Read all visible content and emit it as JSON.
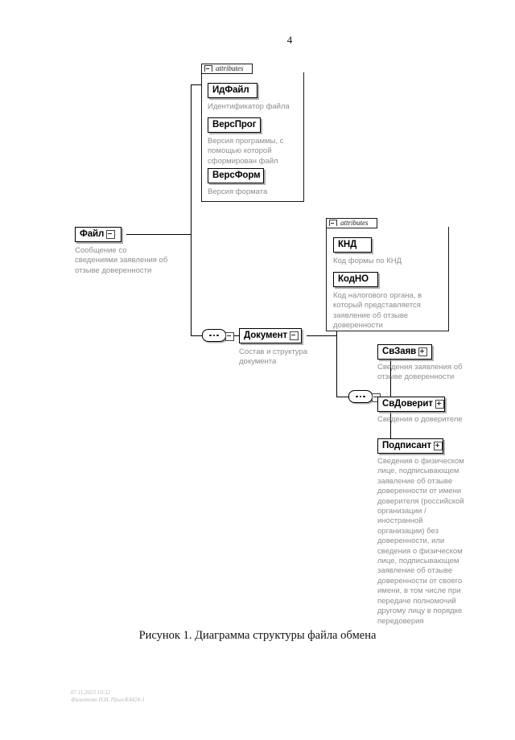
{
  "document": {
    "page_number": "4",
    "caption": "Рисунок 1. Диаграмма структуры файла обмена",
    "footer_stamp": "07.11.2023 10:32\nФилиппова Н.И. Прил-К4424-1"
  },
  "diagram": {
    "type": "xml-schema-tree",
    "attributes_tab_label": "attributes",
    "nodes": {
      "fail": {
        "label": "Файл",
        "description": "Сообщение со\nсведениями заявления об\nотзыве доверенности",
        "expander": "minus"
      },
      "dokument": {
        "label": "Документ",
        "description": "Состав и структура\nдокумента",
        "expander": "minus"
      },
      "id_fail": {
        "label": "ИдФайл",
        "description": "Идентификатор файла"
      },
      "vers_prog": {
        "label": "ВерсПрог",
        "description": "Версия программы, с\nпомощью которой\nсформирован файл"
      },
      "vers_form": {
        "label": "ВерсФорм",
        "description": "Версия формата"
      },
      "knd": {
        "label": "КНД",
        "description": "Код формы по КНД"
      },
      "kod_no": {
        "label": "КодНО",
        "description": "Код налогового органа, в\nкоторый представляется\nзаявление об отзыве\nдоверенности"
      },
      "sv_zayav": {
        "label": "СвЗаяв",
        "description": "Сведения заявления об\nотзыве доверенности",
        "expander": "plus"
      },
      "sv_doverit": {
        "label": "СвДоверит",
        "description": "Сведения о доверителе",
        "expander": "plus"
      },
      "podpisant": {
        "label": "Подписант",
        "description": "Сведения о физическом\nлице, подписывающем\nзаявление об отзыве\nдоверенности от имени\nдоверителя (российской\nорганизации /\nиностранной\nорганизации) без\nдоверенности, или\nсведения о физическом\nлице, подписывающем\nзаявление об отзыве\nдоверенности от своего\nимени, в том числе при\nпередаче полномочий\nдругому лицу в порядке\nпередоверия",
        "expander": "plus"
      }
    },
    "colors": {
      "line": "#000000",
      "node_border": "#000000",
      "description_text": "#8e8e8e",
      "background": "#ffffff"
    }
  }
}
